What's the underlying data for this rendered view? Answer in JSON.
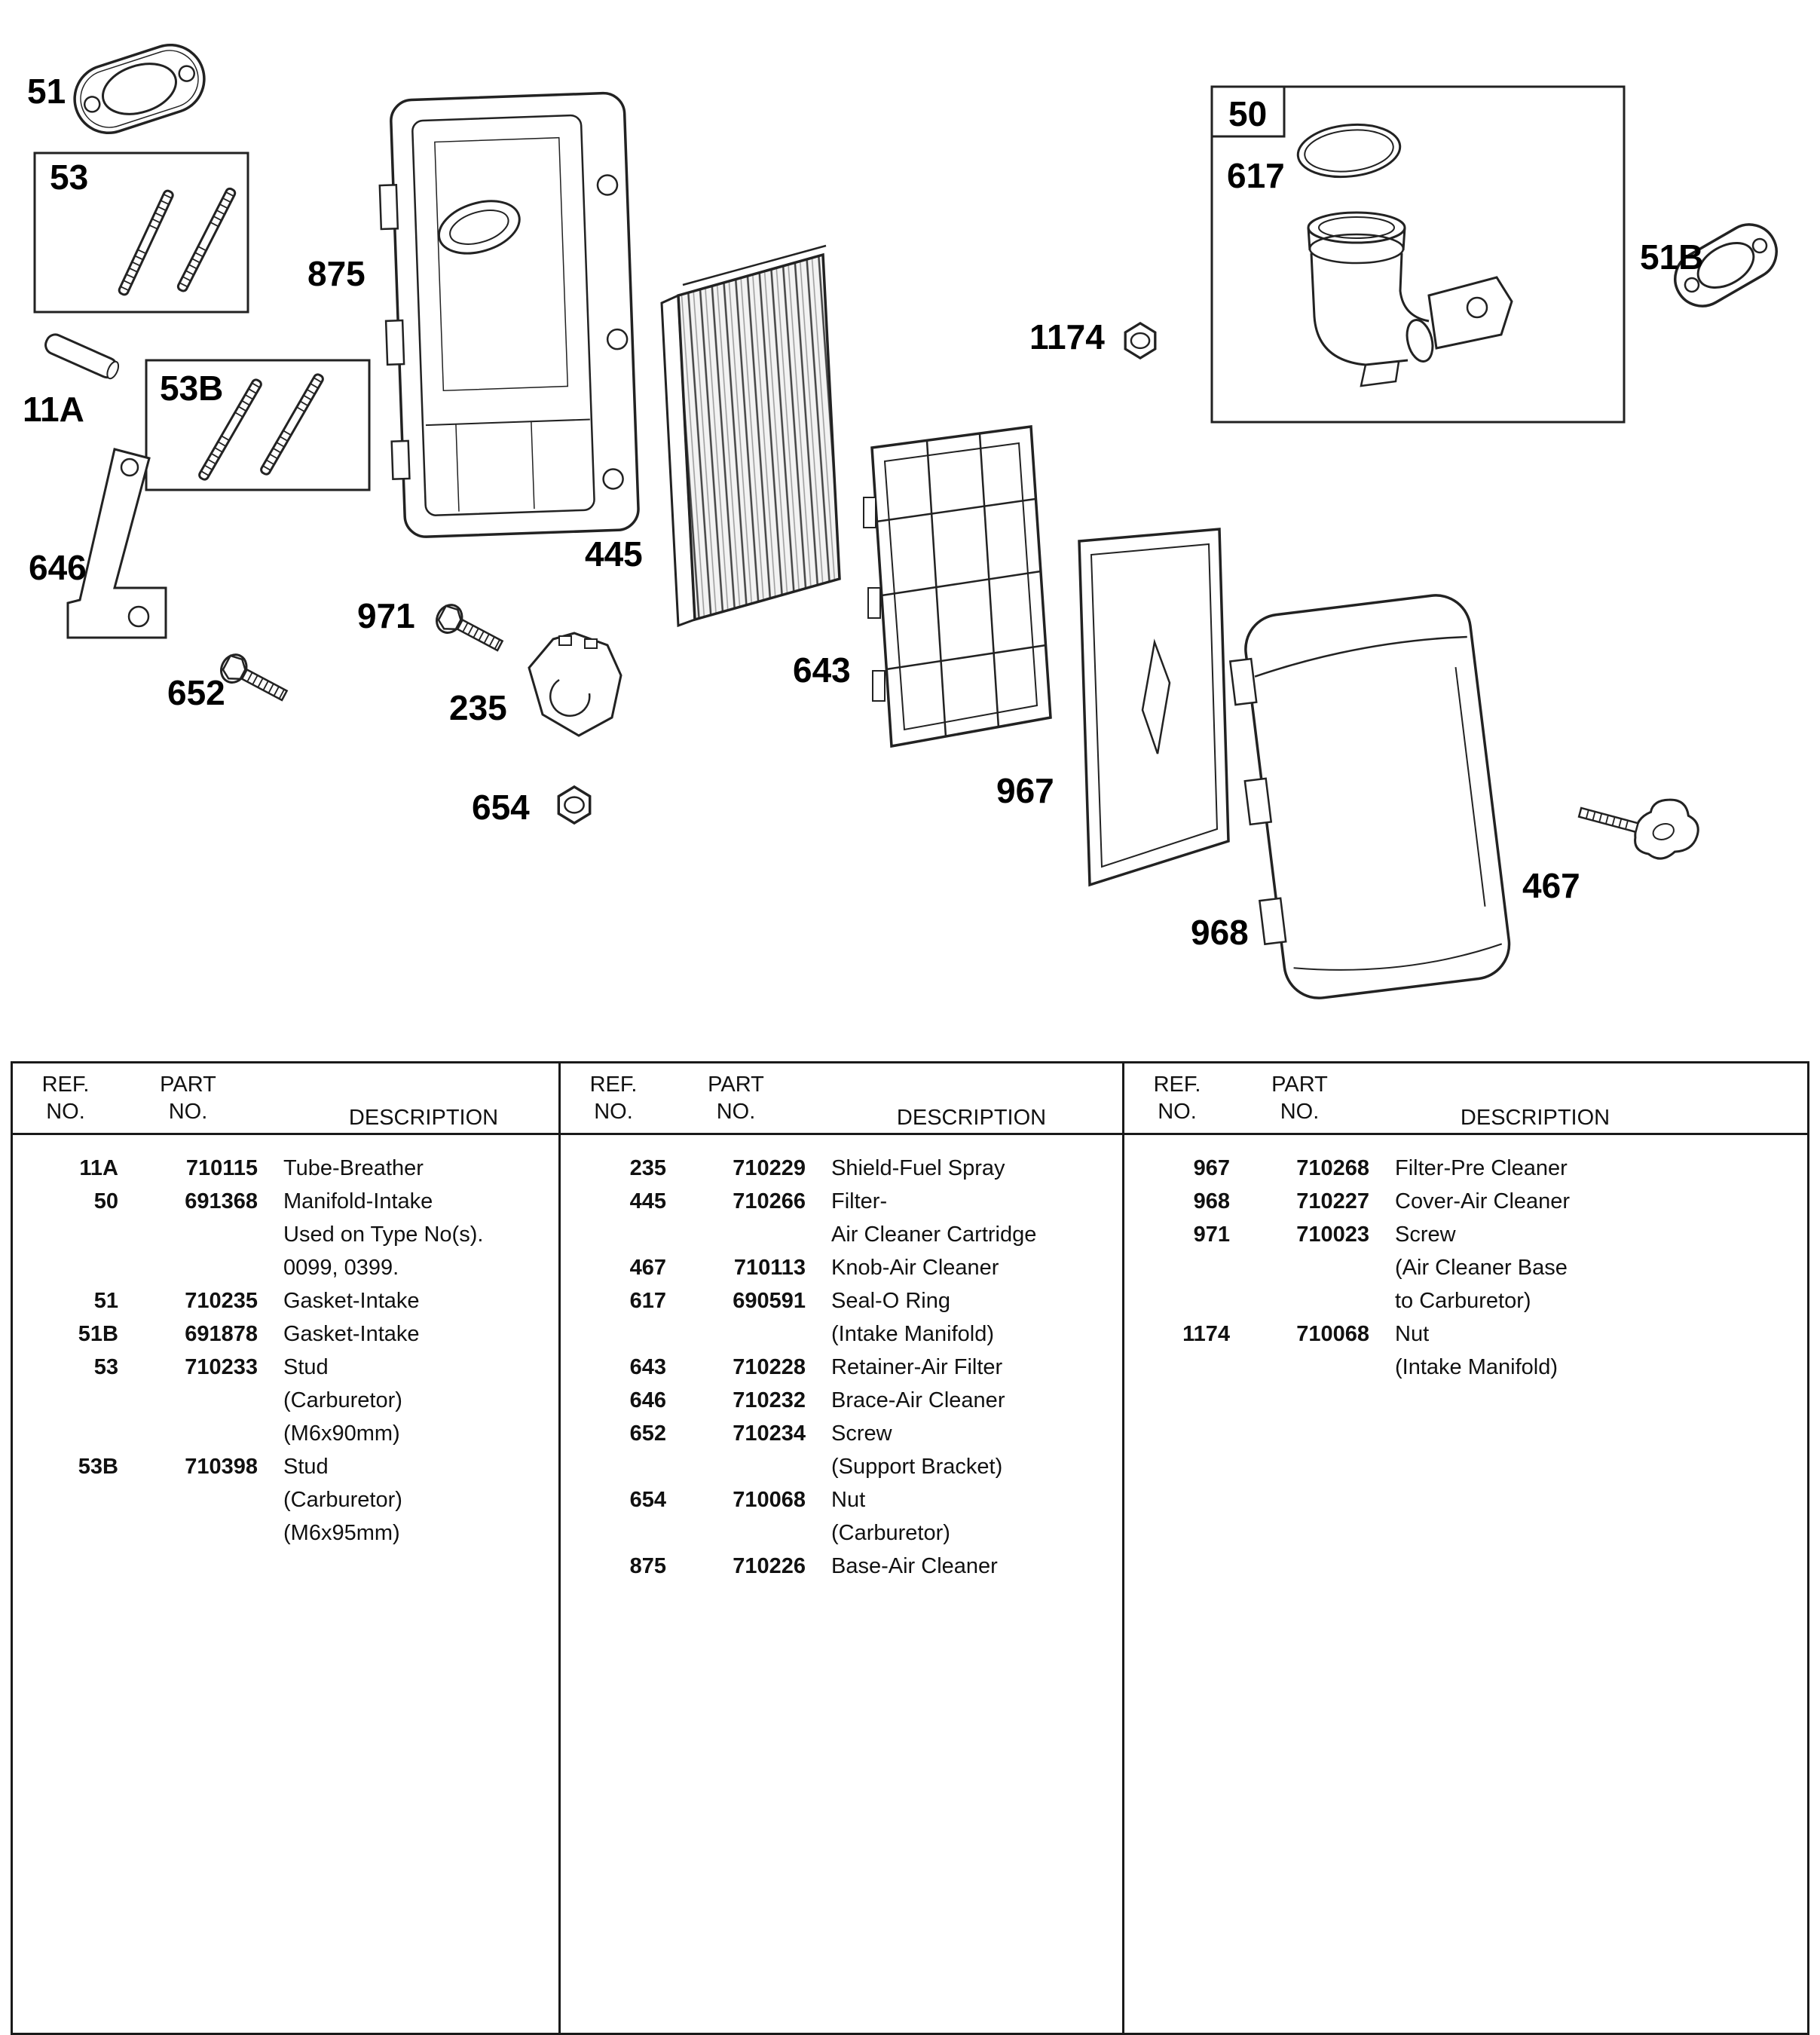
{
  "diagram": {
    "labels": {
      "p51": "51",
      "b53": "53",
      "p875": "875",
      "p11A": "11A",
      "b53B": "53B",
      "p646": "646",
      "p652": "652",
      "p971": "971",
      "p235": "235",
      "p654": "654",
      "p445": "445",
      "p643": "643",
      "p967": "967",
      "p968": "968",
      "p1174": "1174",
      "b50": "50",
      "p617": "617",
      "p51B": "51B",
      "p467": "467"
    }
  },
  "table": {
    "headers": {
      "ref_line1": "REF.",
      "ref_line2": "NO.",
      "part_line1": "PART",
      "part_line2": "NO.",
      "desc": "DESCRIPTION"
    },
    "columns": [
      {
        "rows": [
          {
            "ref": "11A",
            "part": "710115",
            "desc": [
              "Tube-Breather"
            ]
          },
          {
            "ref": "50",
            "part": "691368",
            "desc": [
              "Manifold-Intake",
              "Used on Type No(s).",
              "0099, 0399."
            ]
          },
          {
            "ref": "51",
            "part": "710235",
            "desc": [
              "Gasket-Intake"
            ]
          },
          {
            "ref": "51B",
            "part": "691878",
            "desc": [
              "Gasket-Intake"
            ]
          },
          {
            "ref": "53",
            "part": "710233",
            "desc": [
              "Stud",
              "(Carburetor)",
              "(M6x90mm)"
            ]
          },
          {
            "ref": "53B",
            "part": "710398",
            "desc": [
              "Stud",
              "(Carburetor)",
              "(M6x95mm)"
            ]
          }
        ]
      },
      {
        "rows": [
          {
            "ref": "235",
            "part": "710229",
            "desc": [
              "Shield-Fuel Spray"
            ]
          },
          {
            "ref": "445",
            "part": "710266",
            "desc": [
              "Filter-",
              "Air Cleaner Cartridge"
            ]
          },
          {
            "ref": "467",
            "part": "710113",
            "desc": [
              "Knob-Air Cleaner"
            ]
          },
          {
            "ref": "617",
            "part": "690591",
            "desc": [
              "Seal-O Ring",
              "(Intake Manifold)"
            ]
          },
          {
            "ref": "643",
            "part": "710228",
            "desc": [
              "Retainer-Air Filter"
            ]
          },
          {
            "ref": "646",
            "part": "710232",
            "desc": [
              "Brace-Air Cleaner"
            ]
          },
          {
            "ref": "652",
            "part": "710234",
            "desc": [
              "Screw",
              "(Support Bracket)"
            ]
          },
          {
            "ref": "654",
            "part": "710068",
            "desc": [
              "Nut",
              "(Carburetor)"
            ]
          },
          {
            "ref": "875",
            "part": "710226",
            "desc": [
              "Base-Air Cleaner"
            ]
          }
        ]
      },
      {
        "rows": [
          {
            "ref": "967",
            "part": "710268",
            "desc": [
              "Filter-Pre Cleaner"
            ]
          },
          {
            "ref": "968",
            "part": "710227",
            "desc": [
              "Cover-Air Cleaner"
            ]
          },
          {
            "ref": "971",
            "part": "710023",
            "desc": [
              "Screw",
              "(Air Cleaner Base",
              "to Carburetor)"
            ]
          },
          {
            "ref": "1174",
            "part": "710068",
            "desc": [
              "Nut",
              "(Intake Manifold)"
            ]
          }
        ]
      }
    ]
  }
}
